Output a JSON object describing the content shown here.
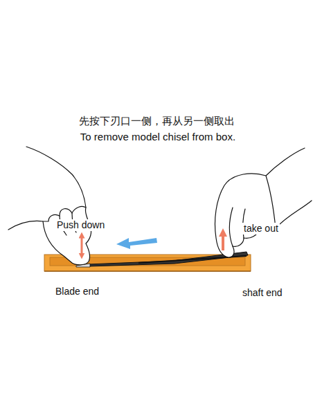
{
  "diagram": {
    "title": "先按下刃口一侧，再从另一侧取出",
    "labels": [
      "To remove model chisel from box.",
      "Push down",
      "take out",
      "Blade end",
      "shaft end"
    ]
  }
}
